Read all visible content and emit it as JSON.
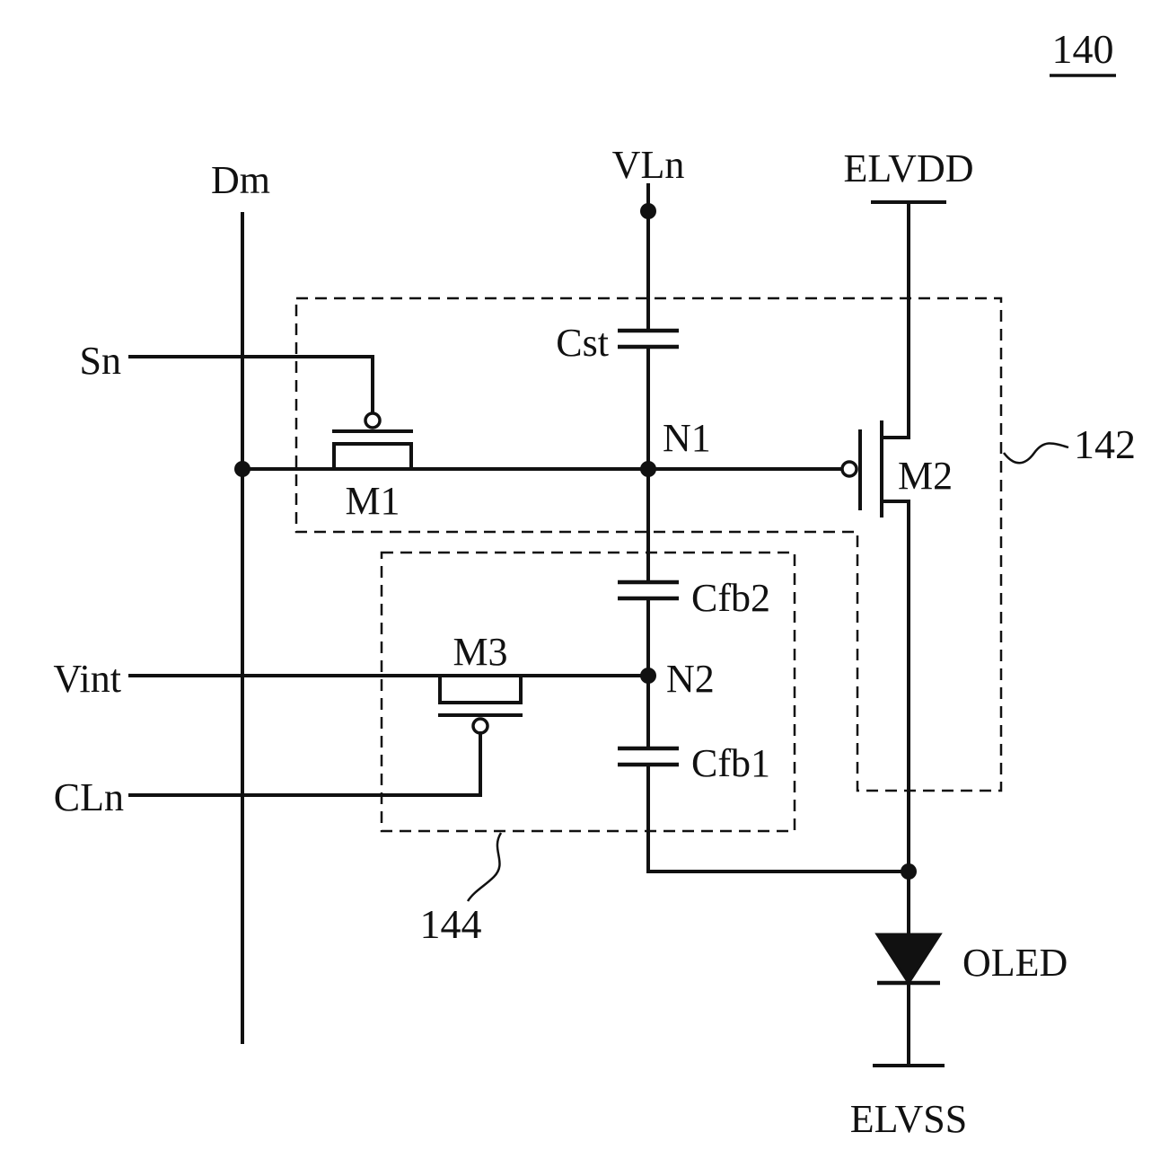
{
  "figure": {
    "reference_number": "140",
    "style": {
      "ink_color": "#111111",
      "background_color": "#ffffff"
    },
    "terminals": {
      "dm": "Dm",
      "vln": "VLn",
      "elvdd": "ELVDD",
      "sn": "Sn",
      "vint": "Vint",
      "cln": "CLn",
      "elvss": "ELVSS"
    },
    "nodes": {
      "n1": "N1",
      "n2": "N2"
    },
    "components": {
      "m1": "M1",
      "m2": "M2",
      "m3": "M3",
      "cst": "Cst",
      "cfb2": "Cfb2",
      "cfb1": "Cfb1",
      "oled": "OLED"
    },
    "blocks": {
      "block_142": "142",
      "block_144": "144"
    }
  }
}
